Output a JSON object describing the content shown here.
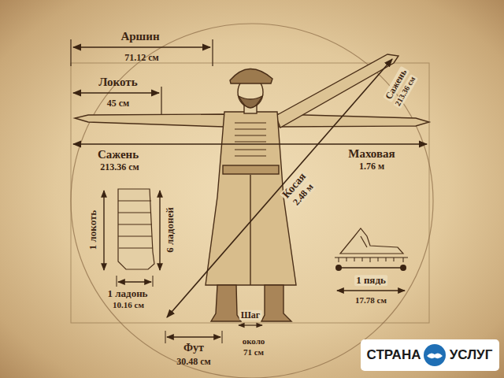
{
  "diagram": {
    "labels": [
      "Аршин",
      "71.12 см",
      "Сажень",
      "213.36 см",
      "Локоть",
      "45 см",
      "Сажень",
      "213.36 см",
      "Маховая",
      "1.76 м",
      "Косая",
      "2.48 м",
      "1 локоть",
      "6 ладоней",
      "1 ладонь",
      "10.16 см",
      "1 пядь",
      "17.78 см",
      "Шаг",
      "около",
      "71 см",
      "Фут",
      "30.48 см",
      "СТРАНА",
      "УСЛУГ"
    ]
  }
}
